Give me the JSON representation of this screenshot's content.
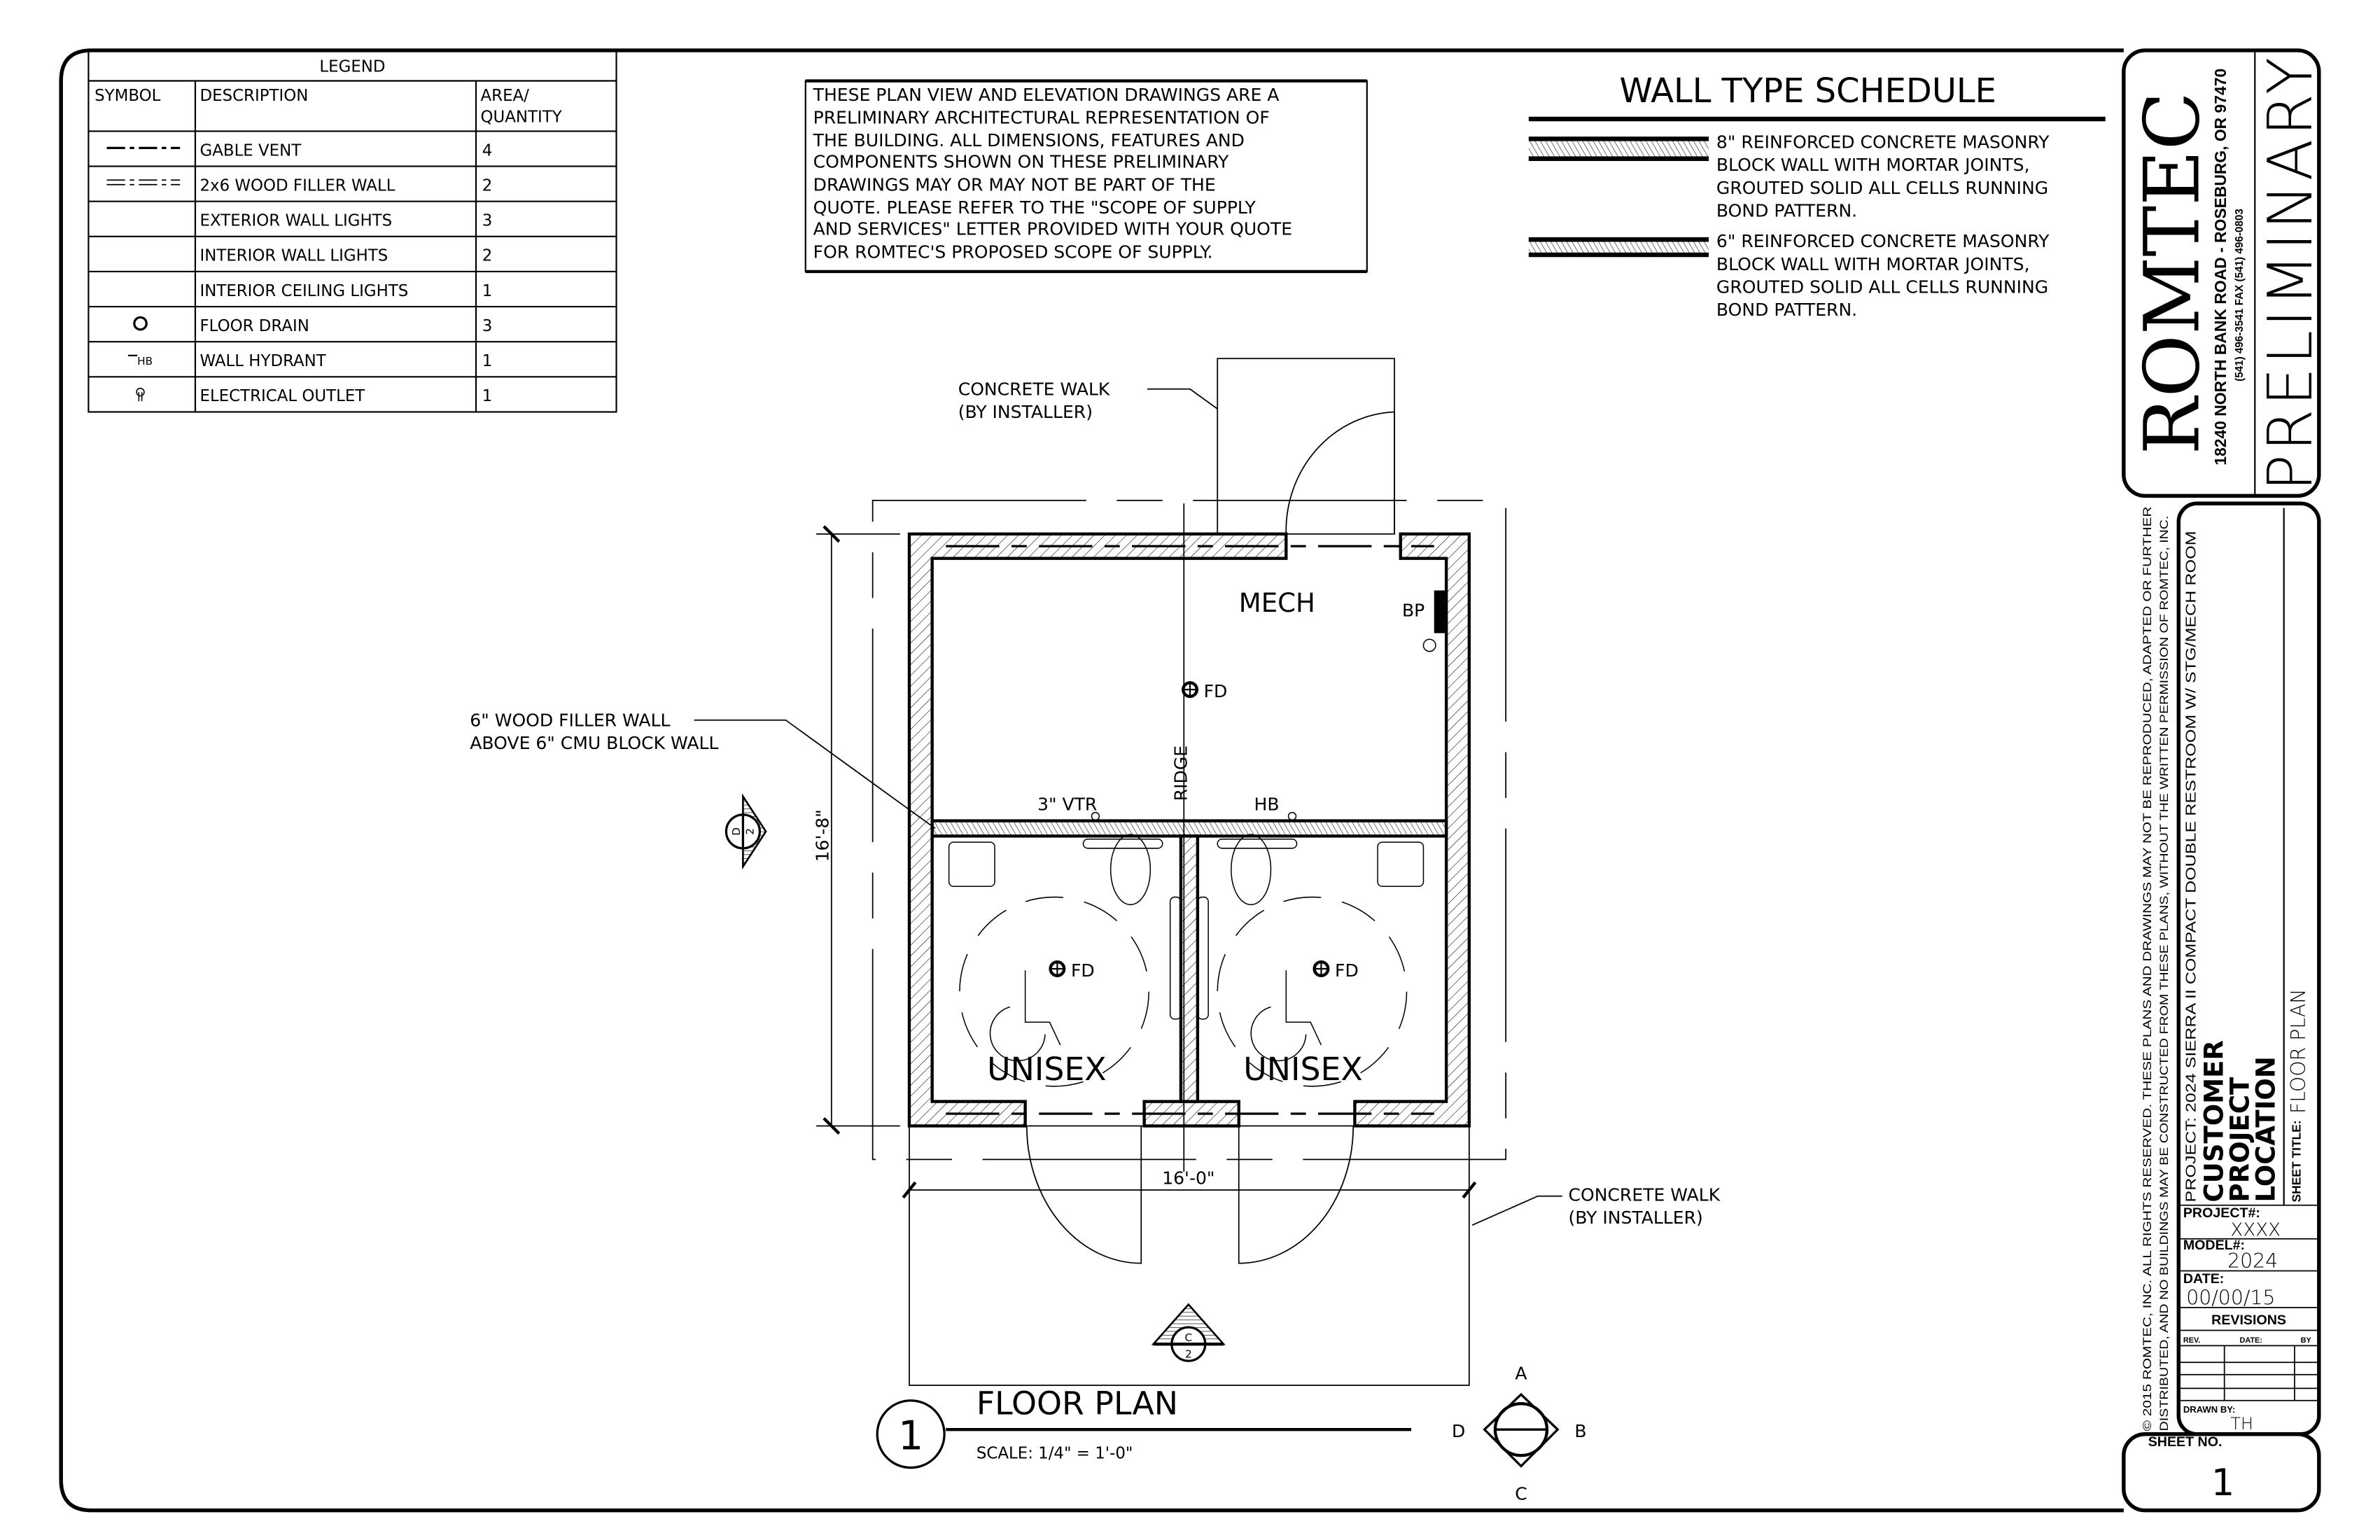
{
  "legend": {
    "title": "LEGEND",
    "headers": [
      "SYMBOL",
      "DESCRIPTION",
      "AREA/",
      "QUANTITY"
    ],
    "rows": [
      {
        "symbol": "gable-vent-line",
        "description": "GABLE VENT",
        "quantity": "4"
      },
      {
        "symbol": "wood-filler-wall-line",
        "description": "2x6 WOOD FILLER WALL",
        "quantity": "2"
      },
      {
        "symbol": "",
        "description": "EXTERIOR WALL LIGHTS",
        "quantity": "3"
      },
      {
        "symbol": "",
        "description": "INTERIOR WALL LIGHTS",
        "quantity": "2"
      },
      {
        "symbol": "",
        "description": "INTERIOR CEILING LIGHTS",
        "quantity": "1"
      },
      {
        "symbol": "floor-drain",
        "description": "FLOOR DRAIN",
        "quantity": "3"
      },
      {
        "symbol": "wall-hydrant",
        "symbol_text": "HB",
        "description": "WALL HYDRANT",
        "quantity": "1"
      },
      {
        "symbol": "electrical-outlet",
        "description": "ELECTRICAL OUTLET",
        "quantity": "1"
      }
    ]
  },
  "notes": [
    "THESE PLAN VIEW AND ELEVATION DRAWINGS ARE A",
    "PRELIMINARY ARCHITECTURAL REPRESENTATION OF",
    "THE BUILDING. ALL DIMENSIONS, FEATURES AND",
    "COMPONENTS SHOWN ON THESE PRELIMINARY",
    "DRAWINGS MAY OR MAY NOT BE PART OF THE",
    "QUOTE. PLEASE REFER TO THE \"SCOPE OF SUPPLY",
    "AND SERVICES\" LETTER PROVIDED WITH YOUR QUOTE",
    "FOR ROMTEC'S PROPOSED SCOPE OF SUPPLY."
  ],
  "wall_schedule": {
    "title": "WALL TYPE SCHEDULE",
    "types": [
      {
        "lines": [
          "8\" REINFORCED CONCRETE MASONRY",
          "BLOCK WALL WITH MORTAR JOINTS,",
          "GROUTED SOLID ALL CELLS RUNNING",
          "BOND PATTERN."
        ]
      },
      {
        "lines": [
          "6\" REINFORCED CONCRETE MASONRY",
          "BLOCK WALL WITH MORTAR JOINTS,",
          "GROUTED SOLID ALL CELLS RUNNING",
          "BOND PATTERN."
        ]
      }
    ]
  },
  "plan": {
    "walk_top": [
      "CONCRETE WALK",
      "(BY INSTALLER)"
    ],
    "walk_bottom": [
      "CONCRETE WALK",
      "(BY INSTALLER)"
    ],
    "filler_wall": [
      "6\" WOOD FILLER WALL",
      "ABOVE 6\" CMU BLOCK WALL"
    ],
    "mech": "MECH",
    "bp": "BP",
    "fd": "FD",
    "ridge": "RIDGE",
    "vtr": "3\" VTR",
    "hb": "HB",
    "unisex": "UNISEX",
    "dim_vertical": "16'-8\"",
    "dim_horizontal": "16'-0\"",
    "section_d": {
      "letter": "D",
      "sheet": "2"
    },
    "section_c": {
      "letter": "C",
      "sheet": "2"
    }
  },
  "view_title": {
    "number": "1",
    "title": "FLOOR PLAN",
    "scale": "SCALE: 1/4\" = 1'-0\""
  },
  "compass": {
    "top": "A",
    "right": "B",
    "bottom": "C",
    "left": "D"
  },
  "title_block": {
    "logo": "ROMTEC",
    "address": "18240 NORTH BANK ROAD - ROSEBURG, OR 97470",
    "phone": "(541) 496-3541     FAX (541) 496-0803",
    "stamp": "PRELIMINARY",
    "copyright_1": "© 2015 ROMTEC, INC.  ALL RIGHTS RESERVED.  THESE PLANS AND DRAWINGS MAY NOT BE REPRODUCED, ADAPTED OR FURTHER",
    "copyright_2": "DISTRIBUTED, AND NO BUILDINGS MAY BE CONSTRUCTED FROM THESE PLANS, WITHOUT THE WRITTEN PERMISSION OF ROMTEC, INC.",
    "project_line": "PROJECT: 2024 SIERRA II COMPACT DOUBLE RESTROOM W/ STG/MECH ROOM",
    "customer": "CUSTOMER",
    "project": "PROJECT",
    "location": "LOCATION",
    "sheet_title_label": "SHEET TITLE:",
    "sheet_title": "FLOOR PLAN",
    "project_no_label": "PROJECT#:",
    "project_no": "XXXX",
    "model_label": "MODEL#:",
    "model": "2024",
    "date_label": "DATE:",
    "date": "00/00/15",
    "revisions_label": "REVISIONS",
    "rev_headers": [
      "REV.",
      "DATE:",
      "BY"
    ],
    "drawn_by_label": "DRAWN BY:",
    "drawn_by": "TH",
    "sheet_no_label": "SHEET NO.",
    "sheet_no": "1"
  }
}
